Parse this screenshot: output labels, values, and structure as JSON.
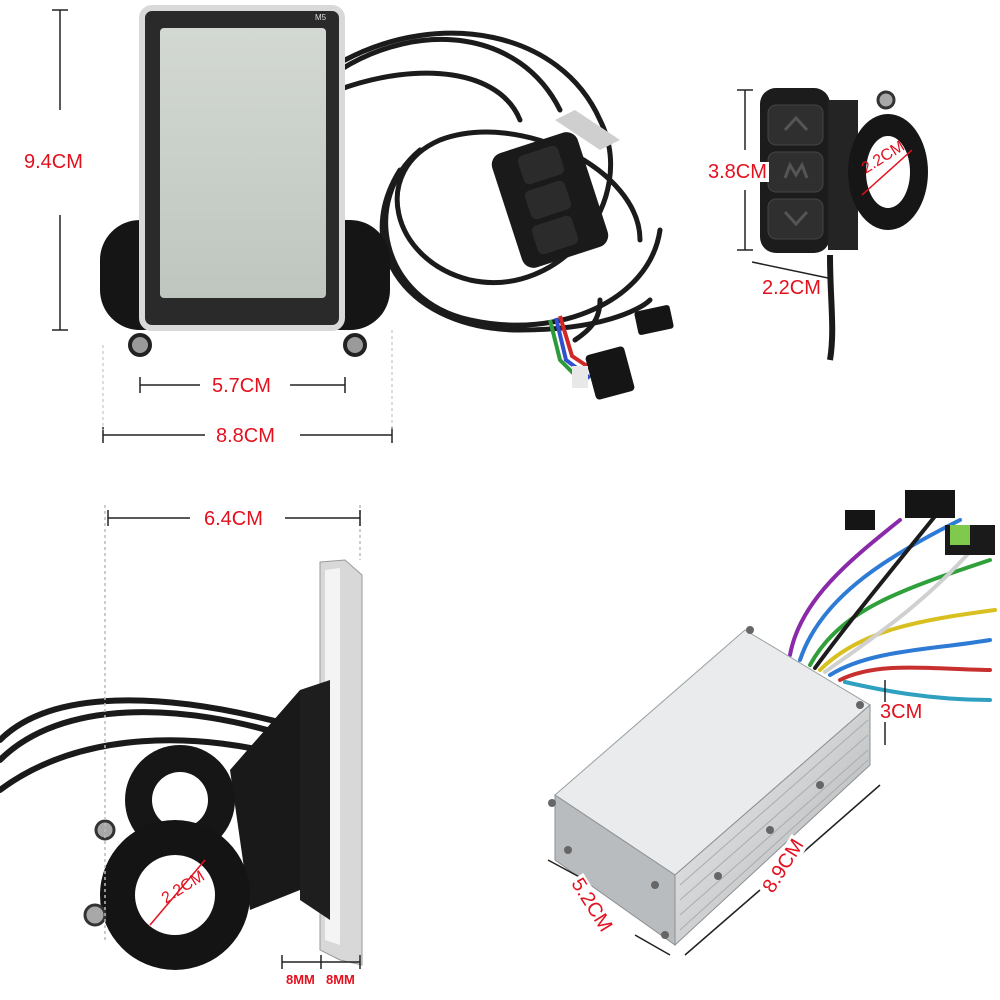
{
  "display": {
    "badge": "M5",
    "height_label": "9.4CM",
    "inner_width_label": "5.7CM",
    "outer_width_label": "8.8CM"
  },
  "button_panel": {
    "height_label": "3.8CM",
    "width_label": "2.2CM",
    "clamp_label": "2.2CM"
  },
  "side_view": {
    "depth_label": "6.4CM",
    "clamp_label": "2.2CM",
    "thickness_label_1": "8MM",
    "thickness_label_2": "8MM"
  },
  "controller": {
    "height_label": "3CM",
    "length_label": "8.9CM",
    "width_label": "5.2CM"
  },
  "colors": {
    "dimension_red": "#e3101e",
    "bezel": "#d9d9d9",
    "lcd": "#c9cfc9",
    "plastic": "#1c1c1c",
    "aluminum": "#cfd1d2"
  }
}
